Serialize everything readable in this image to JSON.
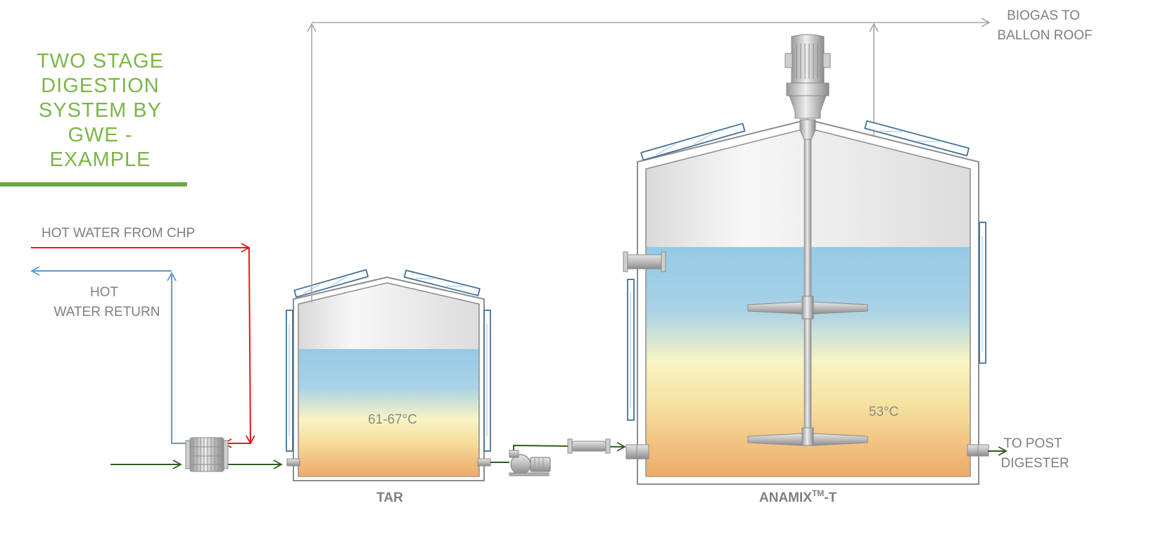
{
  "title": {
    "lines": [
      "TWO STAGE",
      "DIGESTION",
      "SYSTEM BY",
      "GWE -",
      "EXAMPLE"
    ],
    "color": "#7ab648"
  },
  "labels": {
    "hot_water_from_chp": "HOT WATER FROM CHP",
    "hot_water_return_1": "HOT",
    "hot_water_return_2": "WATER RETURN",
    "biogas_1": "BIOGAS TO",
    "biogas_2": "BALLON ROOF",
    "post_digester_1": "TO POST",
    "post_digester_2": "DIGESTER",
    "tar": "TAR",
    "anamix_main": "ANAMIX",
    "anamix_sup": "TM",
    "anamix_suffix": "-T",
    "tar_temp": "61-67°C",
    "anamix_temp": "53°C"
  },
  "colors": {
    "hot_water_line": "#e8141b",
    "return_water_line": "#5b9bd5",
    "sludge_line": "#2e5d1e",
    "gas_line": "#a6a6a6",
    "tank_outline": "#7f7f7f",
    "heating_panel": "#41719c",
    "title_green": "#7ab648"
  },
  "icons": [
    "heat-exchanger-icon",
    "pump-icon",
    "flow-meter-icon",
    "agitator-motor-icon",
    "mixer-shaft-icon"
  ]
}
